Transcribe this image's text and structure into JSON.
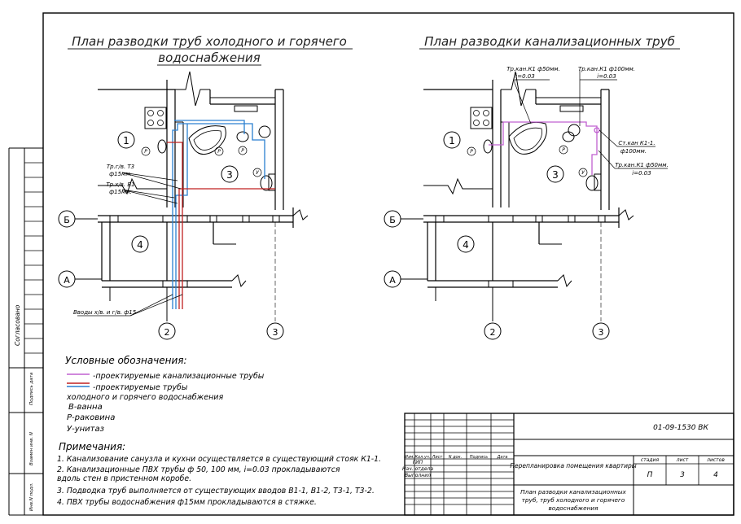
{
  "plan_left": {
    "title_line1": "План разводки труб холодного и горячего",
    "title_line2": "водоснабжения",
    "label_t3": "Тр.г/в. Т3",
    "label_t3_size": "ф15мм.",
    "label_b1": "Тр.х/в. В1",
    "label_b1_size": "ф15мм.",
    "label_inputs": "Вводы х/в. и г/в. ф15"
  },
  "plan_right": {
    "title": "План разводки канализационных труб",
    "label_k1_50_a": "Тр.кан.К1 ф50мм.",
    "label_k1_50_a_slope": "i=0.03",
    "label_k1_100": "Тр.кан.К1 ф100мм.",
    "label_k1_100_slope": "i=0.03",
    "label_riser": "Ст.кан К1-1.",
    "label_riser_size": "ф100мм.",
    "label_k1_50_b": "Тр.кан.К1 ф50мм.",
    "label_k1_50_b_slope": "i=0.03"
  },
  "rooms": {
    "r1": "1",
    "r3": "3",
    "r4": "4"
  },
  "axes": {
    "b": "Б",
    "a": "А",
    "n2": "2",
    "n3": "3"
  },
  "fixtures": {
    "sink": "Р",
    "toilet": "У"
  },
  "legend": {
    "heading": "Условные обозначения:",
    "sewer": "-проектируемые канализационные трубы",
    "water_1": "-проектируемые трубы",
    "water_2": "холодного и горячего водоснабжения",
    "v": "В-ванна",
    "r": "Р-раковина",
    "u": "У-унитаз",
    "colors": {
      "sewer": "#c060d0",
      "cold": "#2a7fd0",
      "hot": "#c02020"
    }
  },
  "notes": {
    "heading": "Примечания:",
    "n1": "1. Канализование санузла и кухни осуществляется в существующий стояк К1-1.",
    "n2a": "2. Канализационные ПВХ трубы ф 50, 100 мм, i=0.03 прокладываются",
    "n2b": "вдоль стен в пристенном коробе.",
    "n3": "3. Подводка труб выполняется от существующих вводов В1-1, В1-2, Т3-1, Т3-2.",
    "n4": "4. ПВХ трубы водоснабжения ф15мм прокладываются в стяжке."
  },
  "side": {
    "agreed": "Согласовано",
    "f1": "Подпись дата",
    "f2": "Взамен инв. N",
    "f3": "Инв.N подл."
  },
  "stamp": {
    "code": "01-09-1530 ВК",
    "cols": [
      "Изм.",
      "Кол.уч.",
      "Лист",
      "N док.",
      "Подпись",
      "Дата"
    ],
    "roles": [
      "ГИП",
      "Нач. отдела",
      "Выполнил"
    ],
    "project": "Перепланировка помещения квартиры",
    "h_stage": "стадия",
    "h_sheet": "лист",
    "h_sheets": "листов",
    "stage": "П",
    "sheet": "3",
    "sheets": "4",
    "sheet_title_1": "План разводки канализационных",
    "sheet_title_2": "труб, труб холодного и горячего",
    "sheet_title_3": "водоснабжения"
  }
}
